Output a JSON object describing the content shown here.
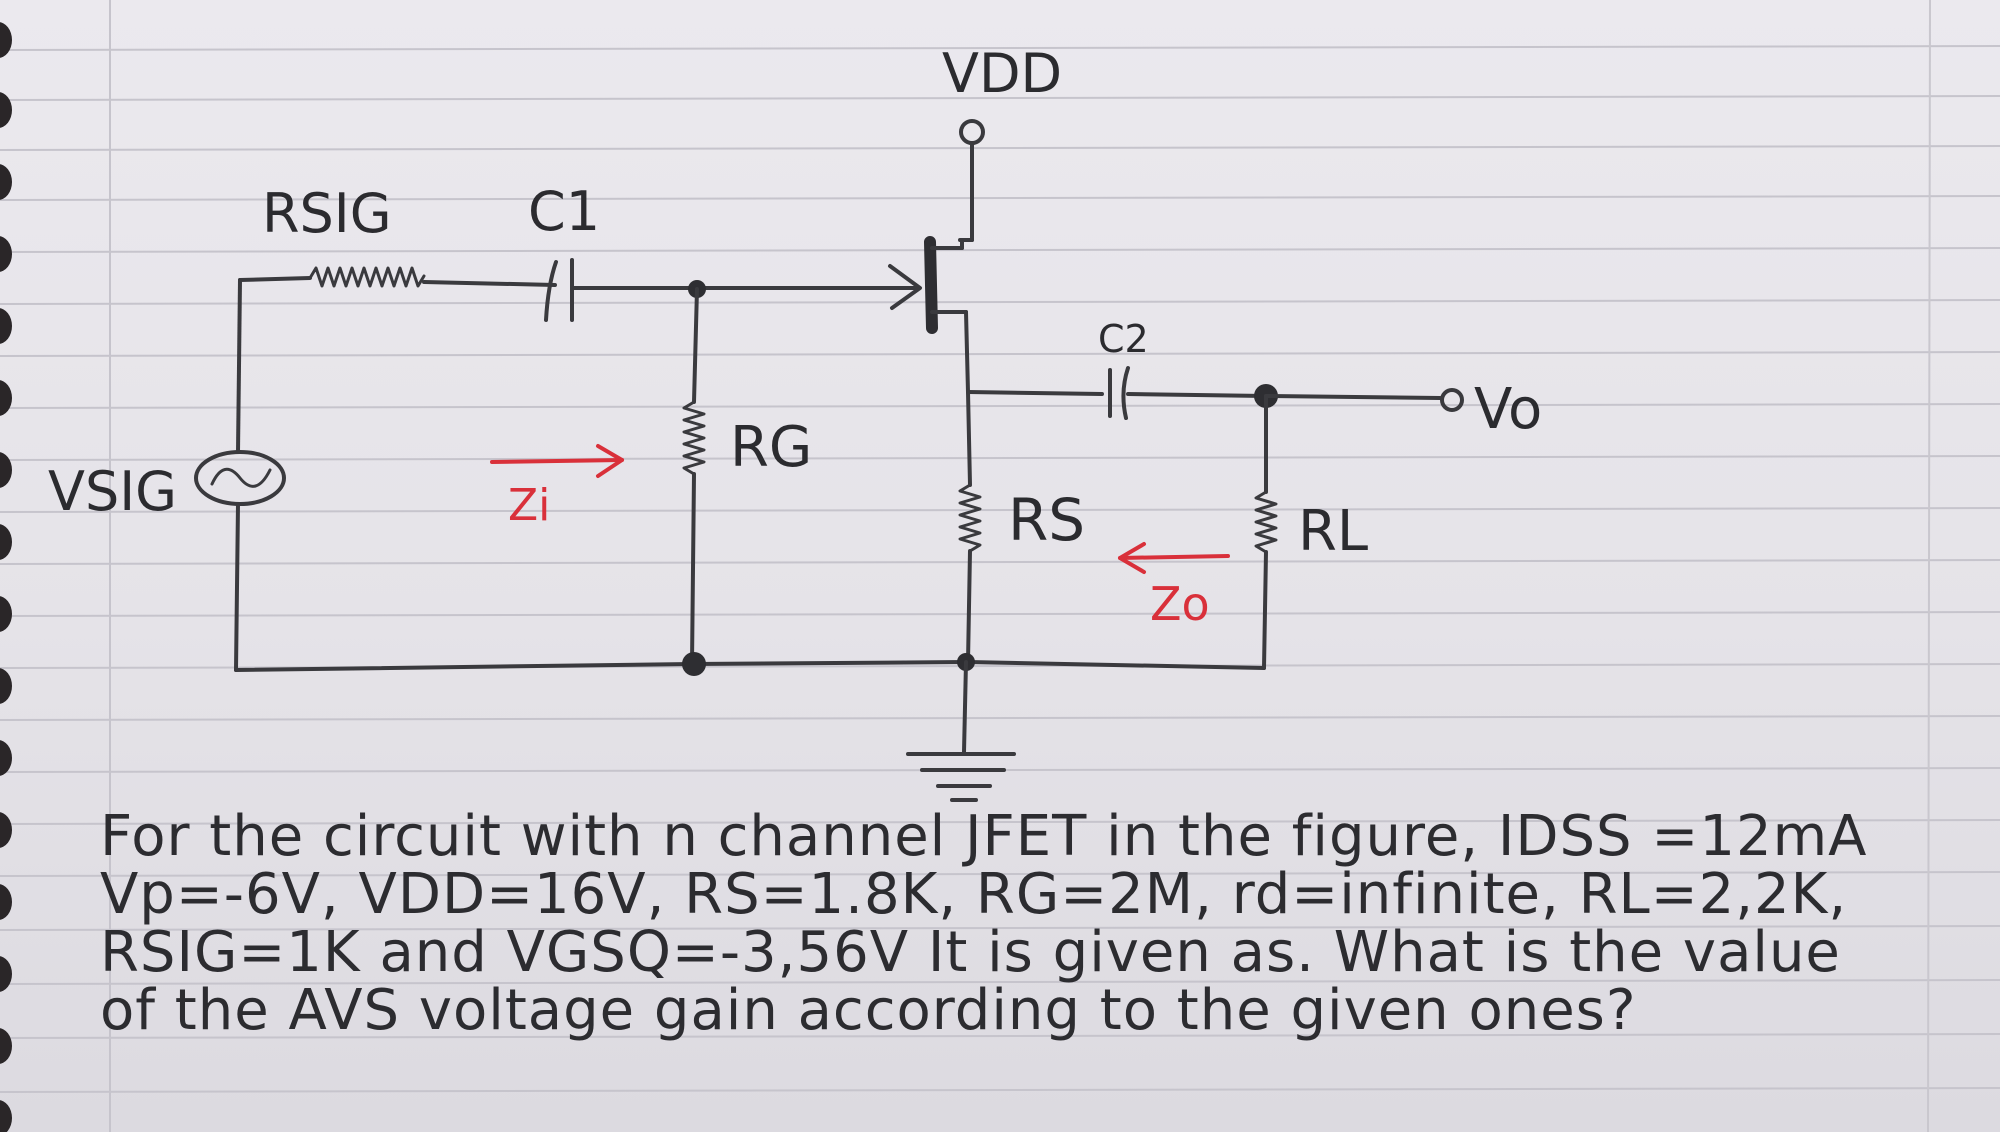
{
  "labels": {
    "vdd": "VDD",
    "rsig": "RSIG",
    "c1": "C1",
    "c2": "C2",
    "vo": "Vo",
    "vsig": "VSIG",
    "rg": "RG",
    "rs": "RS",
    "rl": "RL",
    "zi": "Zi",
    "zo": "Zo"
  },
  "problem": {
    "line1": "For the circuit with n channel JFET in the figure, IDSS =12mA",
    "line2": "Vp=-6V, VDD=16V, RS=1.8K, RG=2M, rd=infinite, RL=2,2K,",
    "line3": "RSIG=1K and VGSQ=-3,56V It is given as. What is the value",
    "line4": "of the AVS voltage gain according to the given ones?"
  },
  "colors": {
    "ink": "#2c2c30",
    "red_ink": "#d9303a",
    "paper": "#e7e5ea"
  }
}
